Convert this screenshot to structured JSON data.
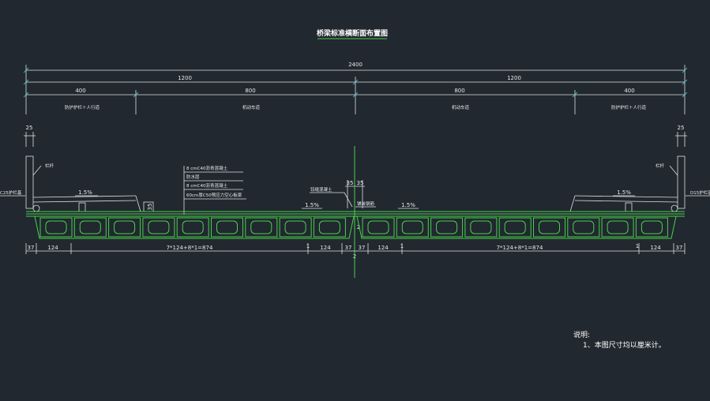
{
  "drawing": {
    "title": "桥梁标准横断面布置图",
    "dims_top": {
      "total": "2400",
      "half_left": "1200",
      "half_right": "1200",
      "seg_left_outer": "400",
      "seg_left_inner": "800",
      "seg_right_inner": "800",
      "seg_right_outer": "400"
    },
    "lanes": {
      "left_walk": "防护护栏＋人行道",
      "left_motor": "机动车道",
      "right_motor": "机动车道",
      "right_walk": "防护护栏＋人行道"
    },
    "edge_dim_left": "25",
    "edge_dim_right": "25",
    "rail_left": "栏杆",
    "rail_right": "栏杆",
    "curb_left": "C25护栏基",
    "curb_right": "D15护栏基",
    "layers": {
      "l1": "8 cmC40沥青混凝土",
      "l2": "防水层",
      "l3": "8 cmC40沥青混凝土",
      "l4": "60cm厚C50预应力空心板梁"
    },
    "slopes": {
      "s1": "1.5%",
      "s2": "1.5%",
      "s3": "1.5%",
      "s4": "1.5%"
    },
    "center": {
      "dim_a": "35",
      "dim_b": "35",
      "note_joint": "铰缝混凝土",
      "note_pave": "铺装钢筋",
      "mark_top": "2",
      "mark_bottom": "2"
    },
    "small_dim": "35",
    "dims_bottom": {
      "b1": "37",
      "b2": "124",
      "b3": "7*124+8*1=874",
      "b4": "1",
      "b5": "124",
      "b6": "37",
      "b7": "37",
      "b8": "124",
      "b9": "1",
      "b10": "7*124+8*1=874",
      "b11": "1",
      "b12": "124",
      "b13": "37"
    },
    "notes": {
      "heading": "说明:",
      "item1": "1、本图尺寸均以厘米计。"
    },
    "colors": {
      "background": "#212830",
      "line": "#e0e0e0",
      "structure": "#49d14a",
      "dim_ticks": "#3fd8e0"
    }
  }
}
